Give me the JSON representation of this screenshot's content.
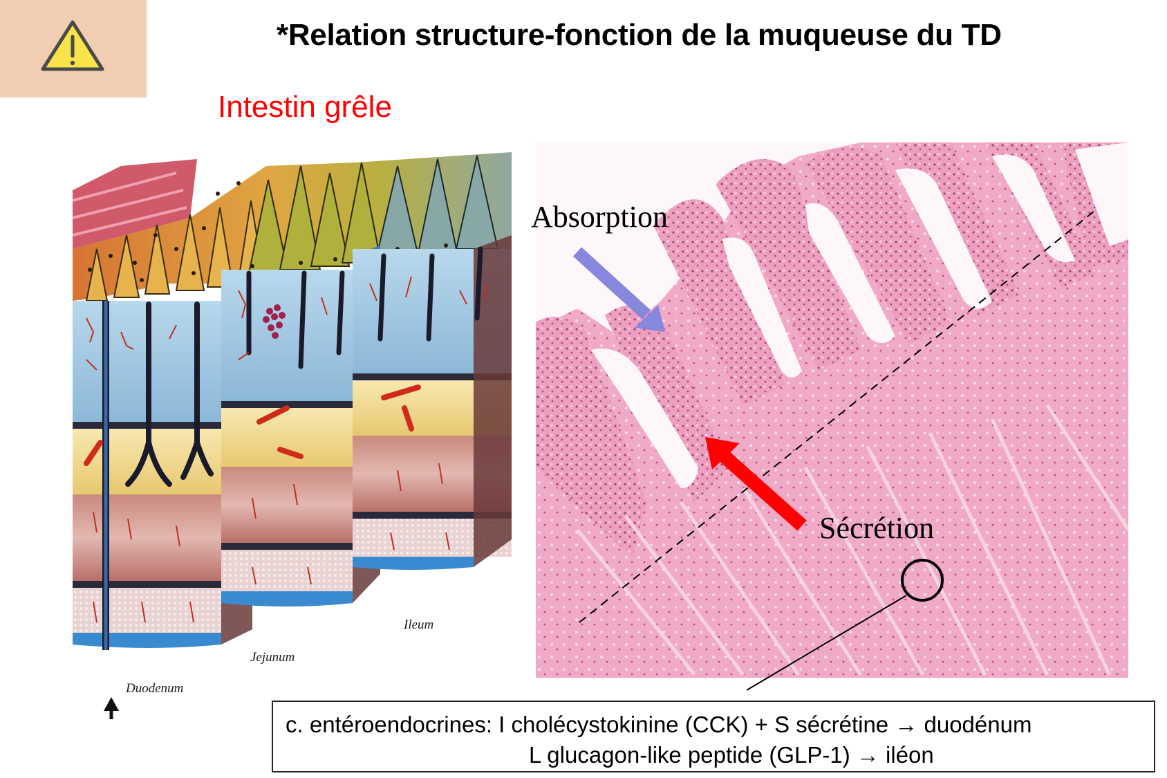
{
  "header": {
    "warning_icon": "warning-triangle-icon",
    "badge_color": "#f1cdb1",
    "title": "*Relation structure-fonction de la muqueuse du TD",
    "subtitle": "Intestin grêle",
    "subtitle_color": "#ff0000"
  },
  "illustration": {
    "description": "Coupe anatomique de la paroi intestinale (villosités et couches)",
    "segments": [
      {
        "label": "Duodenum"
      },
      {
        "label": "Jejunum"
      },
      {
        "label": "Ileum"
      }
    ],
    "entry_arrow_icon": "arrow-up-icon"
  },
  "histology": {
    "description": "Coupe histologique de muqueuse de l'intestin grêle (coloration HE)",
    "absorption_label": "Absorption",
    "absorption_arrow_color": "#8787dd",
    "secretion_label": "Sécrétion",
    "secretion_arrow_color": "#ff0000"
  },
  "callout": {
    "line1": "c. entéroendocrines: I cholécystokinine (CCK) + S sécrétine → duodénum",
    "line2": "L glucagon-like peptide (GLP-1) → iléon"
  }
}
